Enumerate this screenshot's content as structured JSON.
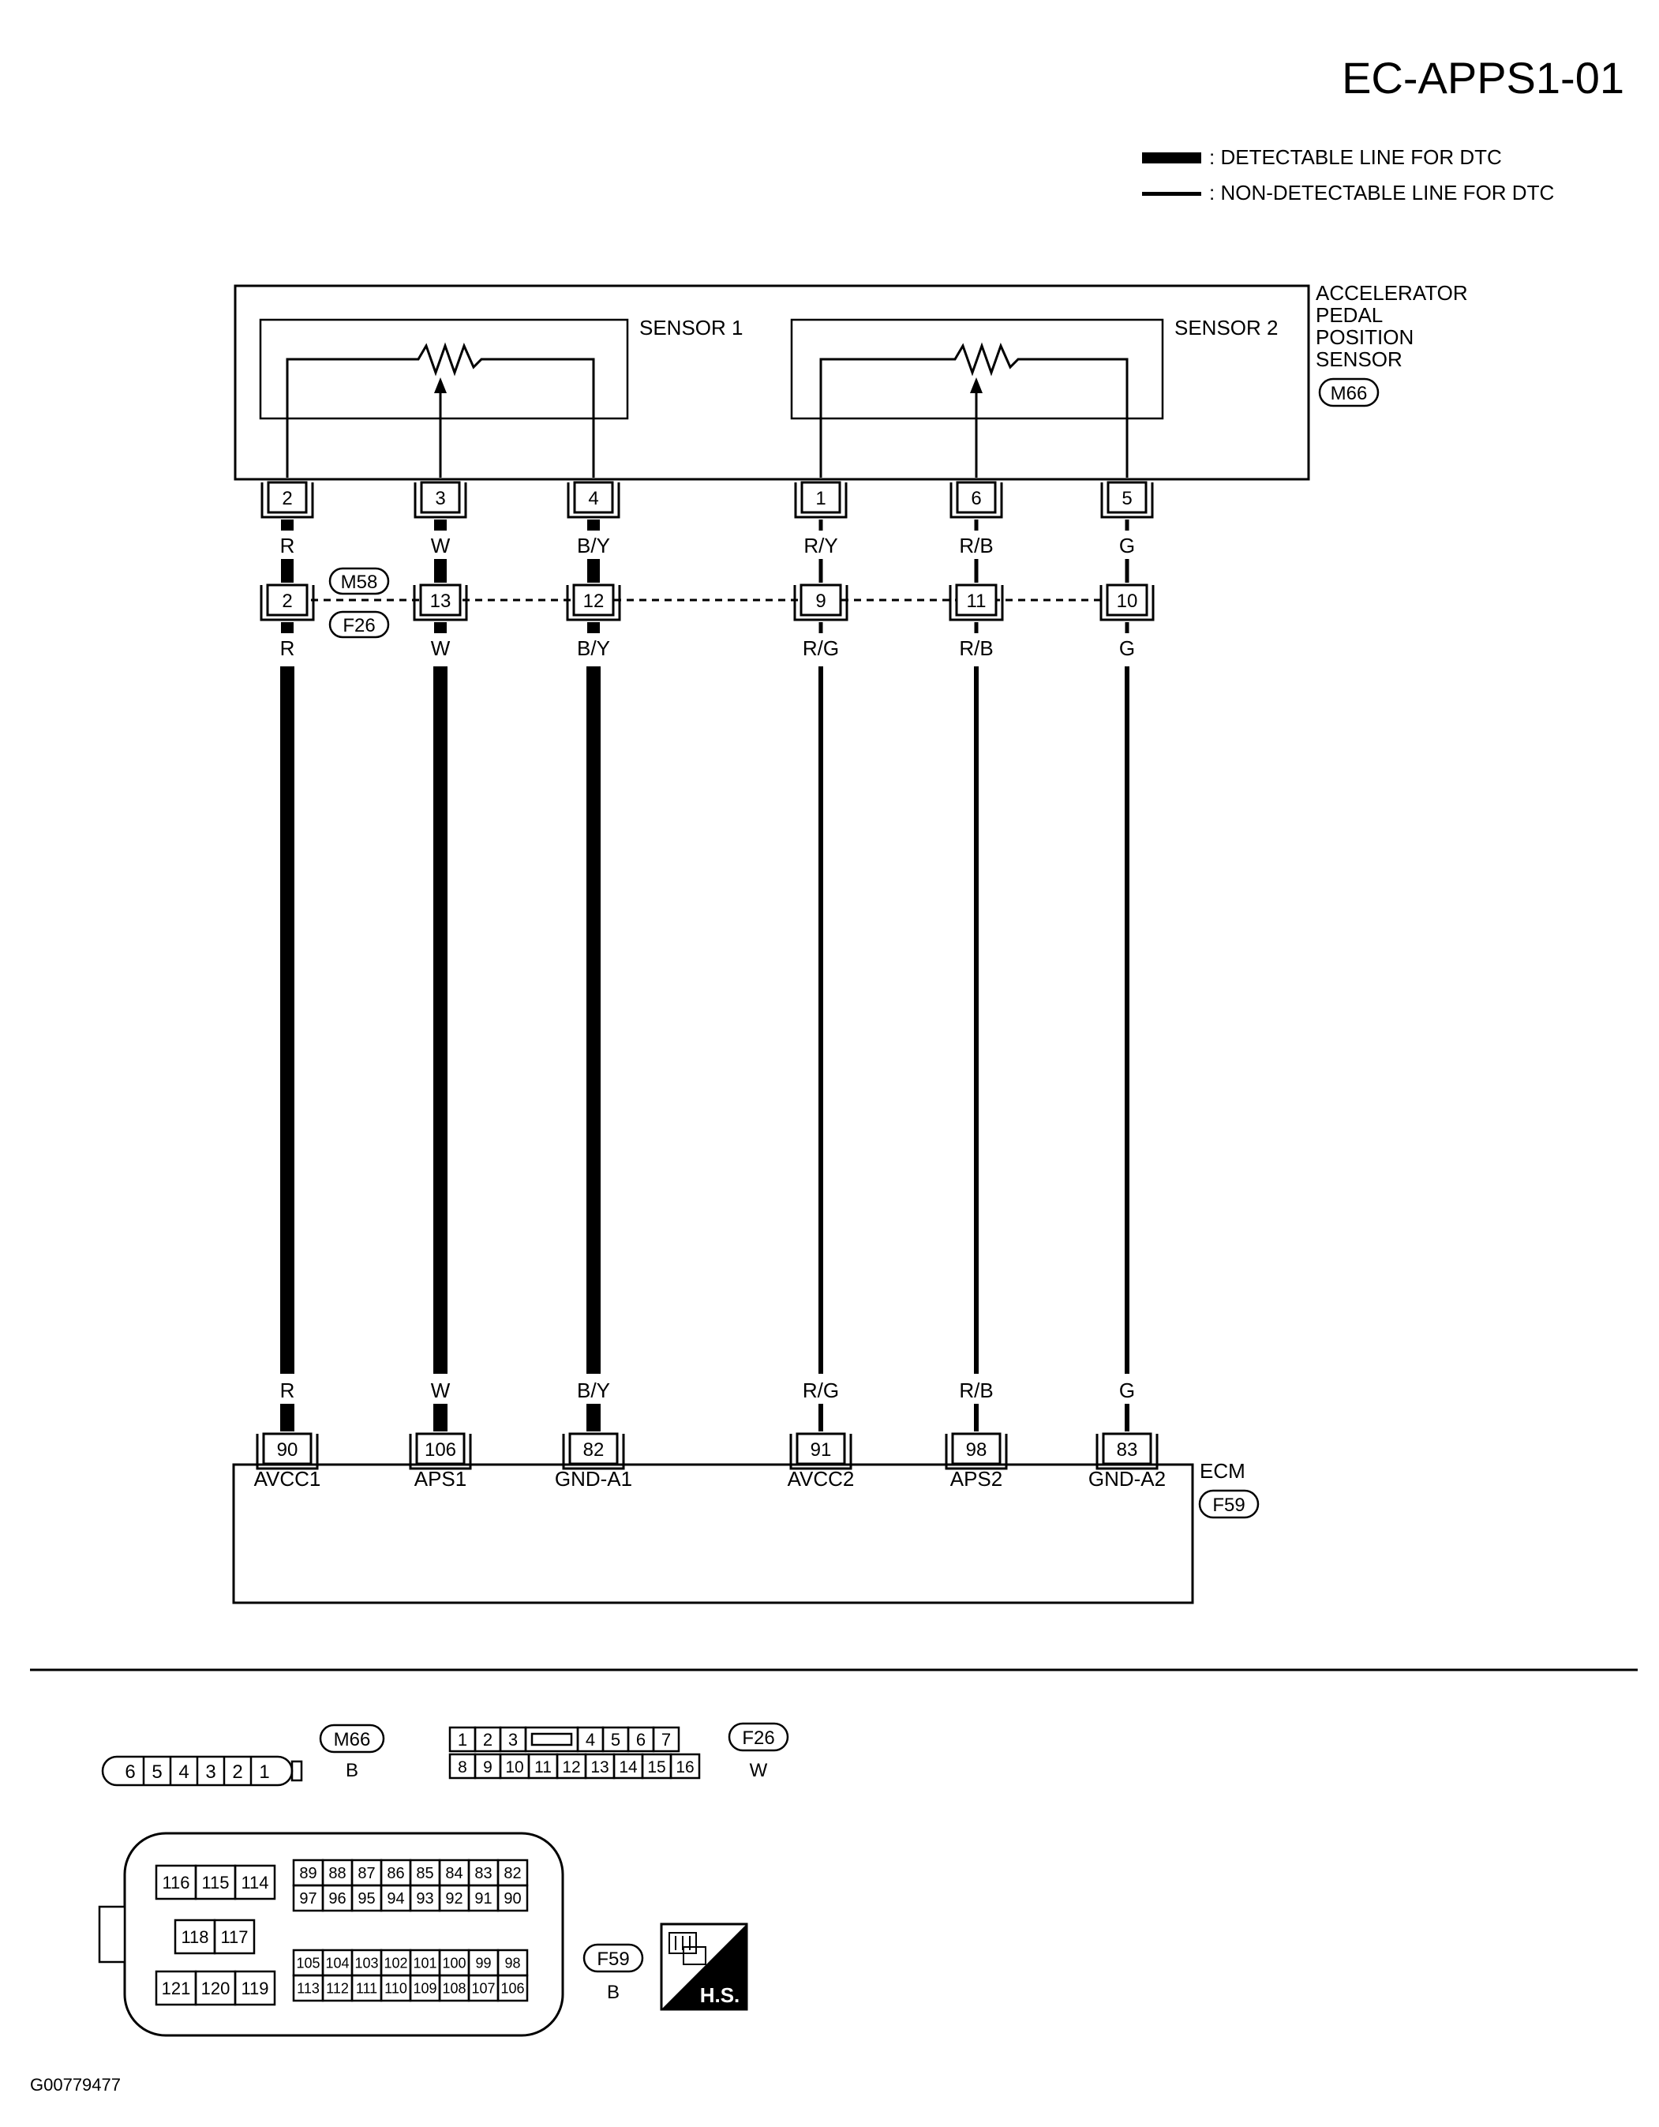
{
  "page_code": "EC-APPS1-01",
  "legend": {
    "detectable": ": DETECTABLE LINE FOR DTC",
    "non_detectable": ": NON-DETECTABLE LINE FOR DTC"
  },
  "sensor": {
    "name_lines": [
      "ACCELERATOR",
      "PEDAL",
      "POSITION",
      "SENSOR"
    ],
    "connector": "M66",
    "sensor1_label": "SENSOR 1",
    "sensor2_label": "SENSOR 2"
  },
  "junction": {
    "upper": "M58",
    "lower": "F26"
  },
  "ecm": {
    "name": "ECM",
    "connector": "F59"
  },
  "circuits": [
    {
      "sensor_pin": "2",
      "color_top": "R",
      "junction_pin": "2",
      "color_bottom": "R",
      "ecm_pin": "90",
      "ecm_label": "AVCC1",
      "detectable": true
    },
    {
      "sensor_pin": "3",
      "color_top": "W",
      "junction_pin": "13",
      "color_bottom": "W",
      "ecm_pin": "106",
      "ecm_label": "APS1",
      "detectable": true
    },
    {
      "sensor_pin": "4",
      "color_top": "B/Y",
      "junction_pin": "12",
      "color_bottom": "B/Y",
      "ecm_pin": "82",
      "ecm_label": "GND-A1",
      "detectable": true
    },
    {
      "sensor_pin": "1",
      "color_top": "R/Y",
      "junction_pin": "9",
      "color_bottom": "R/G",
      "ecm_pin": "91",
      "ecm_label": "AVCC2",
      "detectable": false
    },
    {
      "sensor_pin": "6",
      "color_top": "R/B",
      "junction_pin": "11",
      "color_bottom": "R/B",
      "ecm_pin": "98",
      "ecm_label": "APS2",
      "detectable": false
    },
    {
      "sensor_pin": "5",
      "color_top": "G",
      "junction_pin": "10",
      "color_bottom": "G",
      "ecm_pin": "83",
      "ecm_label": "GND-A2",
      "detectable": false
    }
  ],
  "connector_views": {
    "m66": {
      "id": "M66",
      "color": "B",
      "pins": [
        "6",
        "5",
        "4",
        "3",
        "2",
        "1"
      ]
    },
    "f26": {
      "id": "F26",
      "color": "W",
      "row1": [
        "1",
        "2",
        "3",
        "",
        "4",
        "5",
        "6",
        "7"
      ],
      "row2": [
        "8",
        "9",
        "10",
        "11",
        "12",
        "13",
        "14",
        "15",
        "16"
      ]
    },
    "f59": {
      "id": "F59",
      "color": "B",
      "left_top": [
        "116",
        "115",
        "114"
      ],
      "left_mid": [
        "118",
        "117"
      ],
      "left_bottom": [
        "121",
        "120",
        "119"
      ],
      "grid1_row1": [
        "89",
        "88",
        "87",
        "86",
        "85",
        "84",
        "83",
        "82"
      ],
      "grid1_row2": [
        "97",
        "96",
        "95",
        "94",
        "93",
        "92",
        "91",
        "90"
      ],
      "grid2_row1": [
        "105",
        "104",
        "103",
        "102",
        "101",
        "100",
        "99",
        "98"
      ],
      "grid2_row2": [
        "113",
        "112",
        "111",
        "110",
        "109",
        "108",
        "107",
        "106"
      ]
    }
  },
  "hs_label": "H.S.",
  "figure_id": "G00779477"
}
